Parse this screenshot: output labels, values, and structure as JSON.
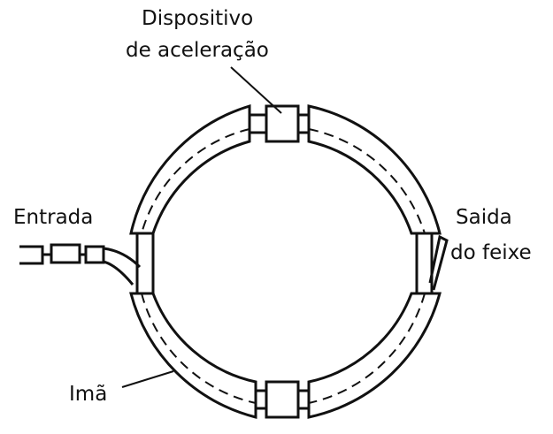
{
  "labels": {
    "accel_line1": "Dispositivo",
    "accel_line2": "de aceleração",
    "entrada": "Entrada",
    "saida_line1": "Saida",
    "saida_line2": "do feixe",
    "ima": "Imã"
  },
  "colors": {
    "stroke": "#111111",
    "background": "#ffffff"
  }
}
